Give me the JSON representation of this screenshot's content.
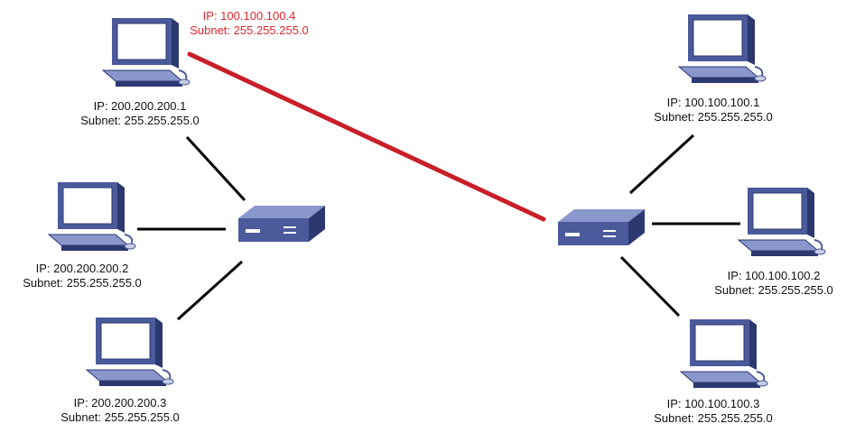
{
  "colors": {
    "link_line": "#000000",
    "highlight_link": "#c81e28",
    "highlight_text": "#e3262c",
    "device_body": "#4a5a9a",
    "device_dark": "#2c3870",
    "device_light": "#8a97cc",
    "screen": "#ffffff"
  },
  "icons": {
    "computer": "desktop-computer-icon",
    "hub": "network-hub-icon"
  },
  "diagram": {
    "hosts": [
      {
        "ip": "IP: 200.200.200.1",
        "subnet": "Subnet: 255.255.255.0"
      },
      {
        "ip": "IP: 200.200.200.2",
        "subnet": "Subnet: 255.255.255.0"
      },
      {
        "ip": "IP: 200.200.200.3",
        "subnet": "Subnet: 255.255.255.0"
      },
      {
        "ip": "IP: 100.100.100.1",
        "subnet": "Subnet: 255.255.255.0"
      },
      {
        "ip": "IP: 100.100.100.2",
        "subnet": "Subnet: 255.255.255.0"
      },
      {
        "ip": "IP: 100.100.100.3",
        "subnet": "Subnet: 255.255.255.0"
      }
    ],
    "extra_interface": {
      "ip": "IP: 100.100.100.4",
      "subnet": "Subnet: 255.255.255.0"
    }
  }
}
